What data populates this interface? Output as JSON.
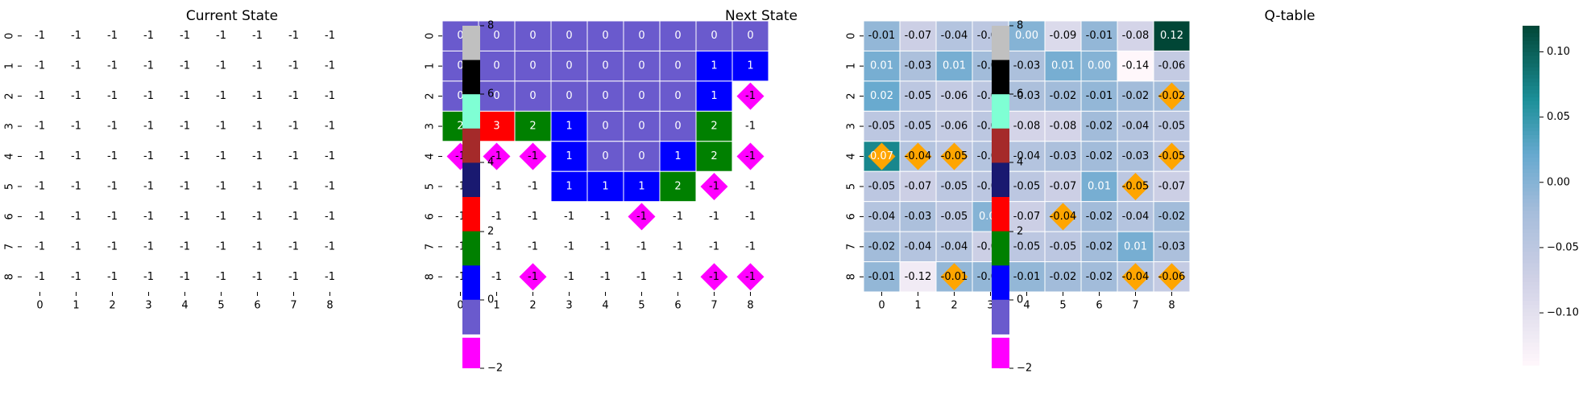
{
  "colors": {
    "board": {
      "-1": "#ffffff",
      "0": "#6a5acd",
      "1": "#0000ff",
      "2": "#008000",
      "3": "#ff0000",
      "4": "#191970",
      "5": "#a52a2a",
      "6": "#7fffd4",
      "7": "#000000",
      "8": "#c0c0c0"
    },
    "cell_border": "#ffffff",
    "marker": "#ff00ff",
    "q_marker": "#ffa500",
    "magenta_legend": "#ff00ff"
  },
  "chart_data": [
    {
      "type": "heatmap",
      "title": "Current State",
      "x": [
        "0",
        "1",
        "2",
        "3",
        "4",
        "5",
        "6",
        "7",
        "8"
      ],
      "y": [
        "0",
        "1",
        "2",
        "3",
        "4",
        "5",
        "6",
        "7",
        "8"
      ],
      "values": [
        [
          -1,
          -1,
          -1,
          -1,
          -1,
          -1,
          -1,
          -1,
          -1
        ],
        [
          -1,
          -1,
          -1,
          -1,
          -1,
          -1,
          -1,
          -1,
          -1
        ],
        [
          -1,
          -1,
          -1,
          -1,
          -1,
          -1,
          -1,
          -1,
          -1
        ],
        [
          -1,
          -1,
          -1,
          -1,
          -1,
          -1,
          -1,
          -1,
          -1
        ],
        [
          -1,
          -1,
          -1,
          -1,
          -1,
          -1,
          -1,
          -1,
          -1
        ],
        [
          -1,
          -1,
          -1,
          -1,
          -1,
          -1,
          -1,
          -1,
          -1
        ],
        [
          -1,
          -1,
          -1,
          -1,
          -1,
          -1,
          -1,
          -1,
          -1
        ],
        [
          -1,
          -1,
          -1,
          -1,
          -1,
          -1,
          -1,
          -1,
          -1
        ],
        [
          -1,
          -1,
          -1,
          -1,
          -1,
          -1,
          -1,
          -1,
          -1
        ]
      ],
      "markers": [],
      "colorbar": {
        "ticks": [
          "8",
          "6",
          "4",
          "2",
          "0",
          "−2"
        ]
      }
    },
    {
      "type": "heatmap",
      "title": "Next State",
      "x": [
        "0",
        "1",
        "2",
        "3",
        "4",
        "5",
        "6",
        "7",
        "8"
      ],
      "y": [
        "0",
        "1",
        "2",
        "3",
        "4",
        "5",
        "6",
        "7",
        "8"
      ],
      "values": [
        [
          0,
          0,
          0,
          0,
          0,
          0,
          0,
          0,
          0
        ],
        [
          0,
          0,
          0,
          0,
          0,
          0,
          0,
          1,
          1
        ],
        [
          0,
          0,
          0,
          0,
          0,
          0,
          0,
          1,
          -1
        ],
        [
          2,
          3,
          2,
          1,
          0,
          0,
          0,
          2,
          -1
        ],
        [
          -1,
          -1,
          -1,
          1,
          0,
          0,
          1,
          2,
          -1
        ],
        [
          -1,
          -1,
          -1,
          1,
          1,
          1,
          2,
          -1,
          -1
        ],
        [
          -1,
          -1,
          -1,
          -1,
          -1,
          -1,
          -1,
          -1,
          -1
        ],
        [
          -1,
          -1,
          -1,
          -1,
          -1,
          -1,
          -1,
          -1,
          -1
        ],
        [
          -1,
          -1,
          -1,
          -1,
          -1,
          -1,
          -1,
          -1,
          -1
        ]
      ],
      "markers": [
        [
          2,
          8
        ],
        [
          4,
          0
        ],
        [
          4,
          1
        ],
        [
          4,
          2
        ],
        [
          4,
          8
        ],
        [
          5,
          7
        ],
        [
          6,
          5
        ],
        [
          8,
          2
        ],
        [
          8,
          7
        ],
        [
          8,
          8
        ]
      ],
      "colorbar": {
        "ticks": [
          "8",
          "6",
          "4",
          "2",
          "0",
          "−2"
        ]
      }
    },
    {
      "type": "heatmap",
      "title": "Q-table",
      "x": [
        "0",
        "1",
        "2",
        "3",
        "4",
        "5",
        "6",
        "7",
        "8"
      ],
      "y": [
        "0",
        "1",
        "2",
        "3",
        "4",
        "5",
        "6",
        "7",
        "8"
      ],
      "values": [
        [
          -0.01,
          -0.07,
          -0.04,
          -0.05,
          0.0,
          -0.09,
          -0.01,
          -0.08,
          0.12
        ],
        [
          0.01,
          -0.03,
          0.01,
          -0.02,
          -0.03,
          0.01,
          0.0,
          -0.14,
          -0.06
        ],
        [
          0.02,
          -0.05,
          -0.06,
          -0.05,
          -0.03,
          -0.02,
          -0.01,
          -0.02,
          -0.02
        ],
        [
          -0.05,
          -0.05,
          -0.06,
          -0.05,
          -0.08,
          -0.08,
          -0.02,
          -0.04,
          -0.05
        ],
        [
          0.07,
          -0.04,
          -0.05,
          -0.04,
          -0.04,
          -0.03,
          -0.02,
          -0.03,
          -0.05
        ],
        [
          -0.05,
          -0.07,
          -0.05,
          -0.05,
          -0.05,
          -0.07,
          0.01,
          -0.05,
          -0.07
        ],
        [
          -0.04,
          -0.03,
          -0.05,
          0.0,
          -0.07,
          -0.04,
          -0.02,
          -0.04,
          -0.02
        ],
        [
          -0.02,
          -0.04,
          -0.04,
          -0.07,
          -0.05,
          -0.05,
          -0.02,
          0.01,
          -0.03
        ],
        [
          -0.01,
          -0.12,
          -0.01,
          -0.01,
          -0.01,
          -0.02,
          -0.02,
          -0.04,
          -0.06
        ]
      ],
      "labels": [
        [
          "-0.01",
          "-0.07",
          "-0.04",
          "-0.05",
          "0.00",
          "-0.09",
          "-0.01",
          "-0.08",
          "0.12"
        ],
        [
          "0.01",
          "-0.03",
          "0.01",
          "-0.02",
          "-0.03",
          "0.01",
          "0.00",
          "-0.14",
          "-0.06"
        ],
        [
          "0.02",
          "-0.05",
          "-0.06",
          "-0.05",
          "-0.03",
          "-0.02",
          "-0.01",
          "-0.02",
          "-0.02"
        ],
        [
          "-0.05",
          "-0.05",
          "-0.06",
          "-0.05",
          "-0.08",
          "-0.08",
          "-0.02",
          "-0.04",
          "-0.05"
        ],
        [
          "0.07",
          "-0.04",
          "-0.05",
          "-0.04",
          "-0.04",
          "-0.03",
          "-0.02",
          "-0.03",
          "-0.05"
        ],
        [
          "-0.05",
          "-0.07",
          "-0.05",
          "-0.05",
          "-0.05",
          "-0.07",
          "0.01",
          "-0.05",
          "-0.07"
        ],
        [
          "-0.04",
          "-0.03",
          "-0.05",
          "0.00",
          "-0.07",
          "-0.04",
          "-0.02",
          "-0.04",
          "-0.02"
        ],
        [
          "-0.02",
          "-0.04",
          "-0.04",
          "-0.07",
          "-0.05",
          "-0.05",
          "-0.02",
          "0.01",
          "-0.03"
        ],
        [
          "-0.01",
          "-0.12",
          "-0.01",
          "-0.01",
          "-0.01",
          "-0.02",
          "-0.02",
          "-0.04",
          "-0.06"
        ]
      ],
      "markers": [
        [
          2,
          8
        ],
        [
          4,
          0
        ],
        [
          4,
          1
        ],
        [
          4,
          2
        ],
        [
          4,
          8
        ],
        [
          5,
          7
        ],
        [
          6,
          5
        ],
        [
          8,
          2
        ],
        [
          8,
          7
        ],
        [
          8,
          8
        ]
      ],
      "range": [
        -0.14,
        0.12
      ],
      "colorbar": {
        "ticks": [
          "0.10",
          "0.05",
          "0.00",
          "−0.05",
          "−0.10"
        ],
        "values": [
          0.1,
          0.05,
          0.0,
          -0.05,
          -0.1
        ]
      }
    }
  ]
}
